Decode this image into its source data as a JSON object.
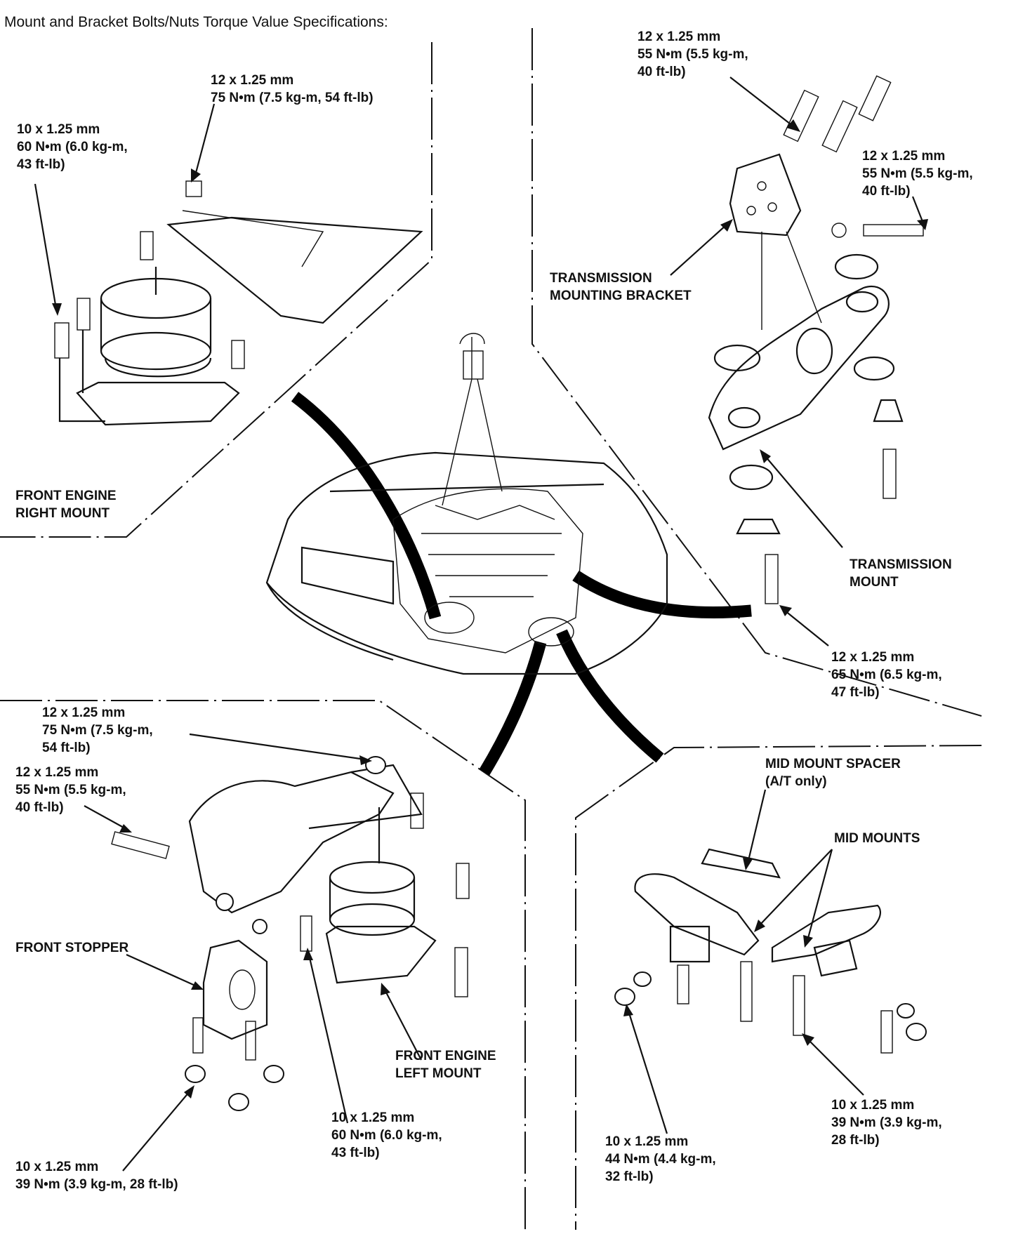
{
  "title": "Mount and Bracket Bolts/Nuts Torque Value Specifications:",
  "labels": {
    "fer_torque_top": "12 x 1.25 mm\n75 N•m (7.5 kg-m, 54 ft-lb)",
    "fer_torque_left": "10 x 1.25 mm\n60 N•m (6.0 kg-m,\n43 ft-lb)",
    "fer_name": "FRONT ENGINE\nRIGHT MOUNT",
    "tb_torque_top": "12 x 1.25 mm\n55 N•m (5.5 kg-m,\n40 ft-lb)",
    "tb_torque_right": "12 x 1.25 mm\n55 N•m (5.5 kg-m,\n40 ft-lb)",
    "tb_name": "TRANSMISSION\nMOUNTING BRACKET",
    "tm_name": "TRANSMISSION\nMOUNT",
    "tm_torque": "12 x 1.25 mm\n65 N•m (6.5 kg-m,\n47 ft-lb)",
    "fel_torque_top": "12 x 1.25 mm\n75 N•m (7.5 kg-m,\n54 ft-lb)",
    "fel_torque_bolt": "12 x 1.25 mm\n55 N•m (5.5 kg-m,\n40 ft-lb)",
    "fs_name": "FRONT STOPPER",
    "fel_name": "FRONT ENGINE\nLEFT MOUNT",
    "fel_torque_mid": "10 x 1.25 mm\n60 N•m (6.0 kg-m,\n43 ft-lb)",
    "fs_torque": "10 x 1.25 mm\n39 N•m (3.9 kg-m, 28 ft-lb)",
    "mm_spacer": "MID MOUNT SPACER\n(A/T only)",
    "mm_name": "MID MOUNTS",
    "mm_torque_right": "10 x 1.25 mm\n39 N•m (3.9 kg-m,\n28 ft-lb)",
    "mm_torque_left": "10 x 1.25 mm\n44 N•m (4.4 kg-m,\n32 ft-lb)"
  }
}
